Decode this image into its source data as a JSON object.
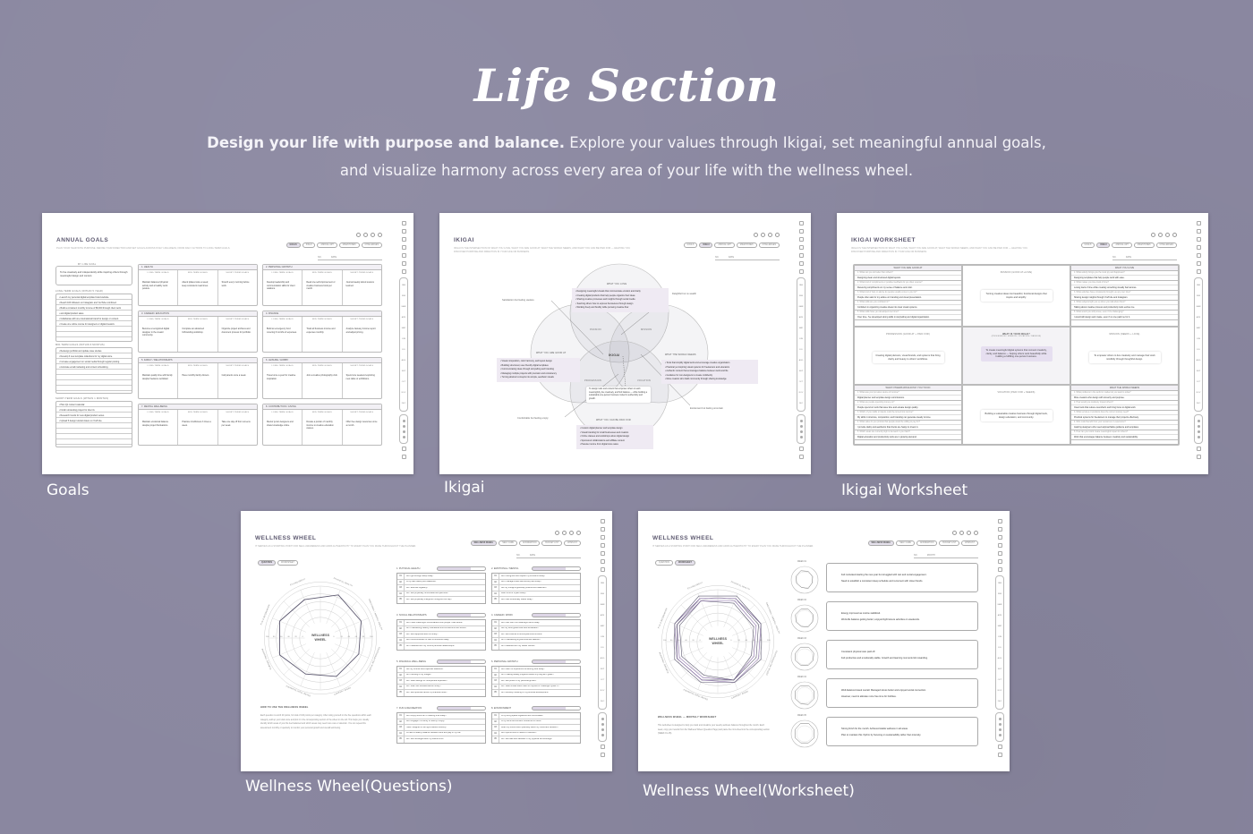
{
  "hero": {
    "title": "Life Section",
    "lead": "Design your life with purpose and balance.",
    "text": " Explore your values through Ikigai, set meaningful annual goals, and visualize harmony across every area of your life with the wellness wheel."
  },
  "colors": {
    "background": "#8a87a0",
    "accent": "#e5e1ec",
    "line": "#6a6280"
  },
  "months": [
    "JAN",
    "FEB",
    "MAR",
    "APR",
    "MAY",
    "JUN",
    "JUL",
    "AUG",
    "SEP",
    "OCT",
    "NOV",
    "DEC"
  ],
  "no_date": "NO.   DATE",
  "no_month": "NO.   MONTH",
  "captions": [
    "Goals",
    "Ikigai",
    "Ikigai Worksheet",
    "Wellness Wheel(Questions)",
    "Wellness Wheel(Worksheet)"
  ],
  "life_tabs": [
    "GOALS",
    "IKIGAI",
    "ANNUAL ART",
    "MILESTONES",
    "CHALLENGES"
  ],
  "wellness_tabs": [
    "WELLNESS WHEEL",
    "SELF CARE",
    "AFFIRMATION",
    "BUCKET LIST",
    "WISHLIST"
  ],
  "goals": {
    "title": "ANNUAL GOALS",
    "subtitle": "Plan your year with purpose. Define your direction and set goals across 8 key life areas, from daily actions to long-term goals.",
    "life_goal_label": "MY LIFE GOAL",
    "life_goal": "To live creatively and independently while inspiring others through meaningful design and content.",
    "col_headers": [
      "LONG-TERM GOALS",
      "MID-TERM GOALS",
      "SHORT-TERM GOALS"
    ],
    "lists": [
      {
        "label": "LONG-TERM GOALS (WITHIN 5 YEAR)",
        "items": [
          "Launch my personal digital template brand website.",
          "Reach 10K followers on Instagram and YouTube combined.",
          "Build a consistent monthly income of $6,000 through client work",
          "and digital product sales.",
          "Collaborate with one international brand for design or content.",
          "Create one online course for designers or digital creators."
        ]
      },
      {
        "label": "MID-TERM GOALS (WITHIN 6 MONTHS)",
        "items": [
          "Redesign portfolio and update case studies.",
          "Develop 3 new template collections for my digital store.",
          "Increase engagement on social media through regular posting.",
          "Automate email marketing and content scheduling."
        ]
      },
      {
        "label": "SHORT-TERM GOALS (WITHIN 1 MONTHS)",
        "items": [
          "Plan Q1 content calendar.",
          "Finish rebranding project for client A.",
          "Research trends for new digital product series.",
          "Upload 5 design tutorial videos on YouTube."
        ]
      }
    ],
    "categories": [
      {
        "name": "1. HEALTH",
        "goals": [
          "Maintain balanced physical activity and a healthy work posture.",
          "Attend pilates twice a week; keep consistent meal times.",
          "Stretch every morning before work."
        ]
      },
      {
        "name": "2. PERSONAL GROWTH",
        "goals": [
          "Develop leadership and communication skills for client relations.",
          "Read one self-improvement or creative business book per month.",
          "Journal weekly about lessons learned."
        ]
      },
      {
        "name": "3. CAREER / EDUCATION",
        "goals": [
          "Become a recognized digital designer in the creator community.",
          "Complete an advanced UI/branding workshop.",
          "Organize project archives and document process for portfolio."
        ]
      },
      {
        "name": "4. FINANCE",
        "goals": [
          "Build an emergency fund covering 6 months of expenses.",
          "Track all business income and expenses monthly.",
          "Analyze January income report and adjust pricing."
        ]
      },
      {
        "name": "5. FAMILY / RELATIONSHIPS",
        "goals": [
          "Maintain quality time with family despite freelance workload.",
          "Have monthly family dinners.",
          "Call parents once a week."
        ]
      },
      {
        "name": "6. LEISURE / HOBBY",
        "goals": [
          "Travel once a year for creative inspiration.",
          "Join a creative photography club.",
          "Spend one weekend exploring new cafés or exhibitions."
        ]
      },
      {
        "name": "7. MENTAL WELLBEING",
        "goals": [
          "Maintain emotional balance despite project fluctuations.",
          "Practice mindfulness 3 times a week.",
          "Take one day off from screens per week."
        ]
      },
      {
        "name": "8. CONTRIBUTION / GIVING",
        "goals": [
          "Mentor junior designers and share knowledge online.",
          "Donate a portion of monthly income to creative education causes.",
          "Offer free design resources once a month."
        ]
      }
    ]
  },
  "ikigai": {
    "title": "IKIGAI",
    "subtitle": "Ikigai is the intersection of what you love, what you are good at, what the world needs, and what you can be paid for — helping you discover purpose and direction in your life or business.",
    "center": "IKIGAI",
    "regions": [
      "PASSION",
      "MISSION",
      "PROFESSION",
      "VOCATION"
    ],
    "love": {
      "label": "WHAT YOU LOVE",
      "items": [
        "Designing meaningful visuals that communicate emotion and clarity",
        "Creating digital products that help people organize their ideas",
        "Sharing creative processes and insights through social media",
        "Teaching others how to express themselves through design",
        "Working freely and flexibly while pursuing creative flow"
      ]
    },
    "good": {
      "label": "WHAT YOU ARE GOOD AT",
      "items": [
        "Visual composition, color harmony, and layout design",
        "Building structured, user-friendly digital templates",
        "Communicating ideas through storytelling and branding",
        "Managing multiple projects with precision and consistency",
        "Turning abstract concepts into simple, aesthetic visuals"
      ]
    },
    "needs": {
      "label": "WHAT THE WORLD NEEDS",
      "items": [
        "Tools that simplify digital work and encourage creative organization",
        "Practical yet inspiring visual systems for freelancers and educators",
        "Authentic content that encourages balance between work and life",
        "Guidance for non-designers to create confidently",
        "More creators who build community through sharing knowledge"
      ]
    },
    "paid": {
      "label": "WHAT YOU CAN BE PAID FOR",
      "items": [
        "Custom digital planner and template design",
        "Visual branding for small businesses and creators",
        "Online classes and workshops about digital design",
        "Sponsored collaborations and affiliate content",
        "Passive income from digital store sales"
      ]
    },
    "statement": "To design tools and content that empower others to work meaningfully, live creatively, and find balance — while building a sustainable one-person business rooted in authenticity and growth.",
    "annotations": [
      "Satisfaction but feeling useless",
      "Delightful but no wealth",
      "Comfortable but feeling empty",
      "Excitement but feeling uncertain"
    ]
  },
  "worksheet": {
    "title": "IKIGAI WORKSHEET",
    "subtitle": "Ikigai is the intersection of what you love, what you are good at, what the world needs, and what you can be paid for — helping you discover purpose and direction in your life or business.",
    "corners": [
      {
        "label": "WHAT YOU ARE GOOD AT",
        "qa": [
          [
            "1. What can you do better than others?",
            "Designing clean and structured digital layouts."
          ],
          [
            "2. What kind of compliments or positive feedback do you often receive?",
            "Receiving compliments on my sense of balance and color."
          ],
          [
            "3. What kind of help or advice do people usually come to you for?",
            "People often ask for my advice on branding and visual presentation."
          ],
          [
            "4. What skills are you confident in?",
            "Confident in organizing creative ideas into clear visual systems."
          ],
          [
            "5. What skills have you developed over time?",
            "Over time, I've developed strong skills in storytelling and digital organization."
          ]
        ]
      },
      {
        "label": "WHAT YOU LOVE",
        "qa": [
          [
            "1. What activity brings you the most joy and happiness?",
            "Designing templates that help people work with ease."
          ],
          [
            "2. What makes you lose track of time?",
            "Losing track of time while creating something visually harmonious."
          ],
          [
            "3. What activities have consistently brought you joy over time?",
            "Sharing design insights through YouTube and Instagram."
          ],
          [
            "4. What subjects light you up when you talk about them?",
            "Talking about creative process and productivity tools excites me."
          ],
          [
            "5. What would you still pursue, even if it's challenging?",
            "I would still design and create, even if no one paid me for it."
          ]
        ]
      },
      {
        "label": "WHAT OTHERS WOULD PAY YOU TO DO",
        "qa": [
          [
            "1. What was your previous source of income?",
            "Digital planner and template design commissions."
          ],
          [
            "2. What are people spending money on?",
            "People spend on tools that save time and elevate design quality."
          ],
          [
            "3. Which of your skills or talents could be turned into income?",
            "My skills in structure, composition, and branding can generate steady income."
          ],
          [
            "4. What value do you provide that people would be willing to pay for?",
            "I provide clarity and aesthetics that clients are happy to invest in."
          ],
          [
            "5. Which areas are currently high in demand in your field?",
            "Digital education and productivity tools are in growing demand."
          ]
        ]
      },
      {
        "label": "WHAT THE WORLD NEEDS",
        "qa": [
          [
            "1. What problems in the world or market do you want to solve?",
            "More creators who design with sincerity and purpose."
          ],
          [
            "2. How would you positively impact others?",
            "Clear tools that reduce overwhelm and bring focus to digital work."
          ],
          [
            "3. What services or products does the current society need?",
            "Practical systems for freelancers to manage their projects effectively."
          ],
          [
            "4. Who could benefit from your resources or experience?",
            "Aspiring designers who need approachable guidance and templates."
          ],
          [
            "5. How can your work create meaningful impact for others?",
            "Work that encourages balance between creativity and sustainability."
          ]
        ]
      }
    ],
    "passion": {
      "label": "PASSION (GOOD AT+LOVE)",
      "text": "Turning creative ideas into beautiful, functional designs that inspire and simplify."
    },
    "profession": {
      "label": "PROFESSION (GOOD AT + PAID FOR)",
      "text": "Creating digital planners, visual brands, and systems that bring clarity and beauty to others' workflows."
    },
    "mission": {
      "label": "MISSION (NEEDS + LOVE)",
      "text": "To empower others to live creatively and manage their work mindfully through thoughtful design."
    },
    "vocation": {
      "label": "VOCATION (PAID FOR + NEEDS)",
      "text": "Building a sustainable creative business through digital tools, design education, and community."
    },
    "center": {
      "label": "WHAT IS YOUR IKIGAI?",
      "sub": "(PROFESSION / MISSION / VOCATION / PASSION)",
      "text": "To create meaningful digital systems that connect creativity, clarity, and balance — helping others work beautifully while building a fulfilling one-person business."
    }
  },
  "wheel": {
    "title": "WELLNESS WHEEL",
    "subtitle": "It serves as a starting point for self-awareness and adds authenticity to every plan you make throughout the planner.",
    "modes": [
      "QUESTION",
      "WORKSHEET"
    ],
    "center": "WELLNESS WHEEL",
    "scale": [
      100,
      80,
      60,
      40,
      20,
      0
    ],
    "areas": [
      "PHYSICAL HEALTH",
      "EMOTIONAL / MENTAL HEALTH",
      "SOCIAL RELATIONSHIPS",
      "CAREER / WORK",
      "FINANCIAL WELL-BEING",
      "PERSONAL GROWTH",
      "FUN & RECREATION",
      "ENVIRONMENT"
    ],
    "scores": [
      90,
      85,
      80,
      80,
      75,
      85,
      85,
      80
    ],
    "weekly_scores": [
      [
        80,
        75,
        70,
        80,
        70,
        75,
        80,
        85
      ],
      [
        85,
        80,
        75,
        80,
        75,
        80,
        85,
        85
      ],
      [
        90,
        85,
        80,
        80,
        80,
        85,
        85,
        90
      ],
      [
        90,
        90,
        85,
        85,
        80,
        85,
        90,
        90
      ],
      [
        95,
        90,
        90,
        85,
        85,
        90,
        90,
        95
      ]
    ],
    "howto_title": "HOW TO USE THE WELLNESS WHEEL",
    "howto": "Each question is worth 20 points, for total of 100 points per category. After rating yourself on the five questions within each category, add up your total score and plot it in the corresponding section of the wheel on the left. This helps you visually identify which areas of your life feel balanced and which areas may need more care or attention. You can repeat this assessment monthly or quarterly to monitor your personal growth and overall well-being.",
    "categories": [
      {
        "name": "1. PHYSICAL HEALTH",
        "qs": [
          "Did I get enough sleep today?",
          "Is my diet healthy and balanced?",
          "Do I exercise regularly?",
          "Do I feel physically comfortable and pain-free?",
          "Do I feel physically energized throughout the day?"
        ]
      },
      {
        "name": "2. EMOTIONAL / MENTAL",
        "qs": [
          "Did I recognize and respect my emotions today?",
          "Did I manage stress and anxiety well today?",
          "Are my thoughts generally positive and balanced?",
          "Was I kind to myself today?",
          "Did I feel emotionally stable today?"
        ]
      },
      {
        "name": "3. SOCIAL RELATIONSHIPS",
        "qs": [
          "Did I have meaningful conversations with people I care about?",
          "Am I maintaining healthy boundaries and connections with others?",
          "Do I feel supported and not lonely?",
          "Did I show kindness or care to someone today?",
          "Am I satisfied with my current personal relationships?"
        ]
      },
      {
        "name": "4. CAREER / WORK",
        "qs": [
          "Did I feel that I did meaningful work today?",
          "Are my work goals clear and achievable?",
          "Do I feel a sense of accomplishment at work?",
          "Am I maintaining a good work-life balance?",
          "Am I satisfied with my career overall?"
        ]
      },
      {
        "name": "5. FINANCIAL WELL-BEING",
        "qs": [
          "Are my income and expenses balanced?",
          "Am I sticking to my budget?",
          "Do I have savings for unexpected expenses?",
          "Do I often feel stressed about money?",
          "Do I feel optimistic about my financial future?"
        ]
      },
      {
        "name": "6. PERSONAL GROWTH",
        "qs": [
          "Did I learn or experience something new today?",
          "Am I making steady progress toward my long-term goals?",
          "Do I feel proud of my personal growth?",
          "Do I have a clear area I want to improve or challenge myself in?",
          "Am I actively investing in my personal development?"
        ]
      },
      {
        "name": "7. FUN & RECREATION",
        "qs": [
          "Did I enjoy some fun or relaxing time today?",
          "Did I engage in a hobby or activity I enjoy?",
          "Have I laughed or felt light-hearted recently?",
          "Is there a healthy balance between work and play in my life?",
          "Do I feel recharged after my leisure time?"
        ]
      },
      {
        "name": "8. ENVIRONMENT",
        "qs": [
          "Is my living space organized and comfortable?",
          "Is my work environment conducive to focus?",
          "Does my environment positively affect my mood and behavior?",
          "Did I spend time in nature or outdoors?",
          "Do I feel safe and satisfied in my physical surroundings?"
        ]
      }
    ],
    "q_numbers": [
      "01",
      "02",
      "03",
      "04",
      "05"
    ],
    "ws_title": "WELLNESS WHEEL — MONTHLY WORKSHEET",
    "ws_text": "This worksheet is designed to help you track and visualize your weekly wellness balance throughout the month. Each week, copy your results from the Wellness Wheel (Question Page) and paste the mini wheel into the corresponding section (WEEK 01–05).",
    "weeks": [
      {
        "label": "WEEK 01",
        "notes": [
          "Felt motivated starting the new year but struggled with rest and social engagement.",
          "Need to establish a consistent sleep schedule and reconnect with close friends."
        ]
      },
      {
        "label": "WEEK 02",
        "notes": [
          "Energy improved as routine stabilized.",
          "Work-life balance getting better; enjoyed light leisure activities on weekends."
        ]
      },
      {
        "label": "WEEK 03",
        "notes": [
          "Consistent physical care paid off.",
          "Felt productive and emotionally stable. Growth and learning moments felt rewarding."
        ]
      },
      {
        "label": "WEEK 04",
        "notes": [
          "Well-balanced week overall. Managed stress better and enjoyed social connection.",
          "However, need to allocate more free time for hobbies."
        ]
      },
      {
        "label": "WEEK 05",
        "notes": [
          "Strong finish for the month. Achieved stable wellness in all areas.",
          "Plan to maintain this rhythm by focusing on sustainability rather than intensity."
        ]
      }
    ]
  }
}
